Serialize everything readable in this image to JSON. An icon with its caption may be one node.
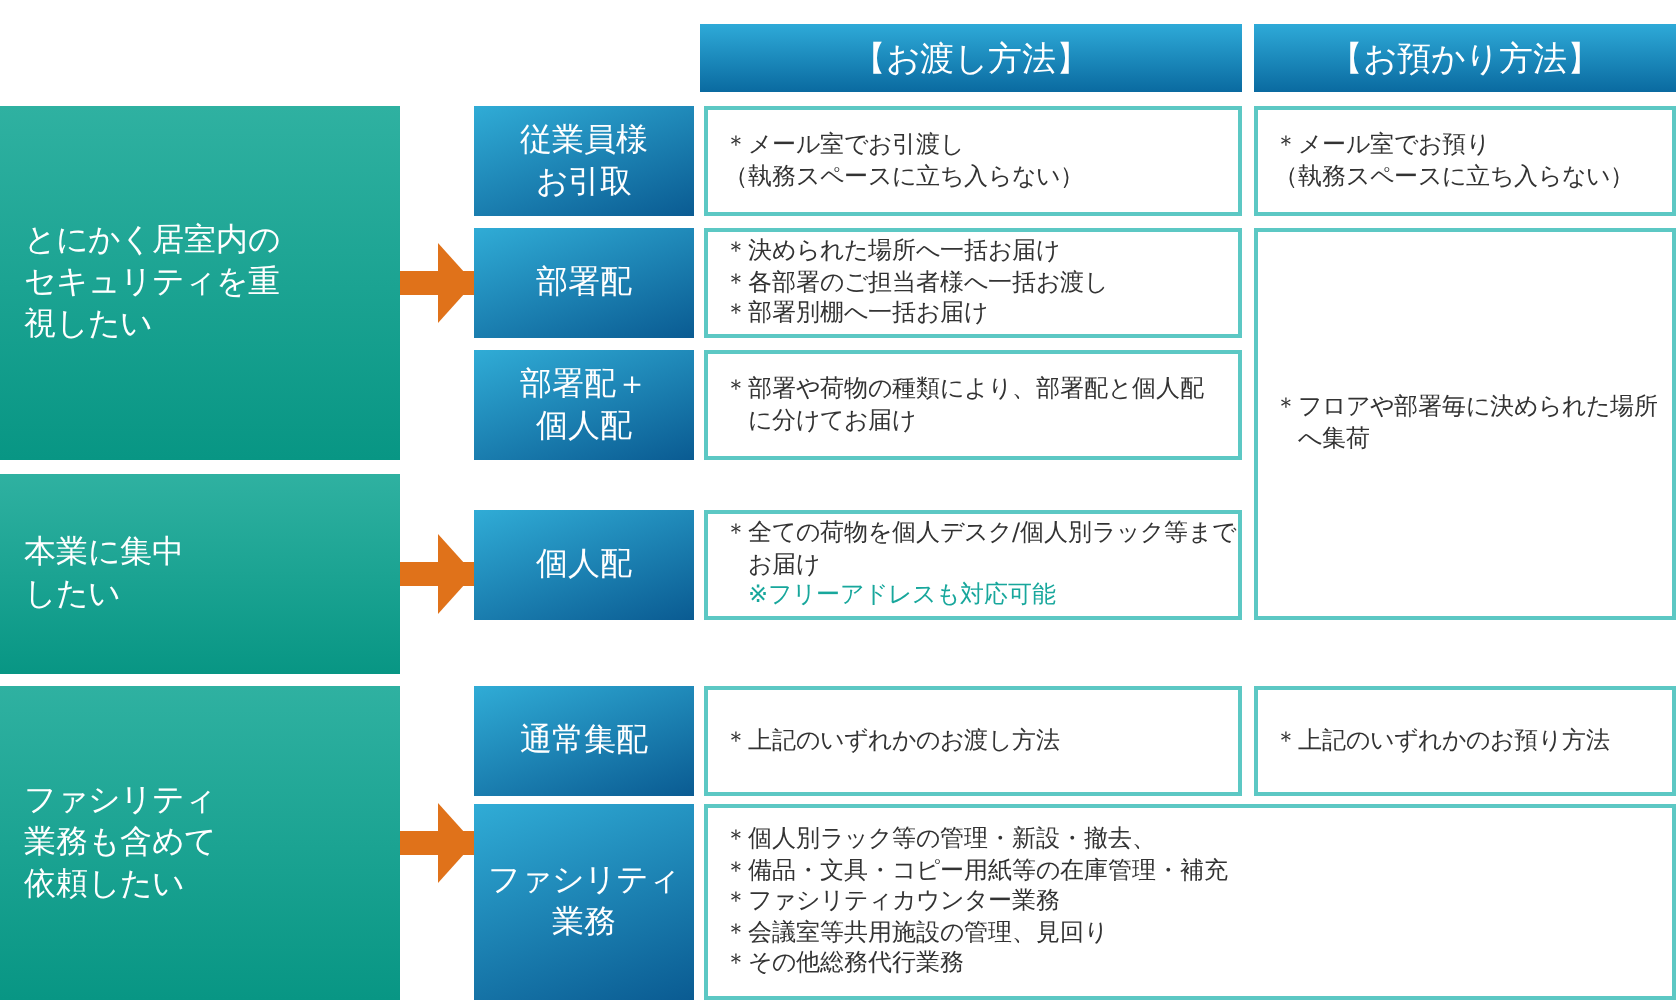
{
  "diagram": {
    "nodes": [
      {
        "text": [
          "【お渡し方法】"
        ]
      },
      {
        "text": [
          "【お預かり方法】"
        ]
      },
      {
        "text": [
          "とにかく居室内のセキュリティを重視したい"
        ]
      },
      {
        "text": [
          "本業に集中したい"
        ]
      },
      {
        "text": [
          "ファシリティ業務も含めて依頼したい"
        ]
      },
      {
        "text": [
          "従業員様お引取"
        ]
      },
      {
        "text": [
          "＊メール室でお引渡し",
          "（執務スペースに立ち入らない）"
        ]
      },
      {
        "text": [
          "＊メール室でお預り",
          "（執務スペースに立ち入らない）"
        ]
      },
      {
        "text": [
          "部署配"
        ]
      },
      {
        "text": [
          "＊決められた場所へ一括お届け",
          "＊各部署のご担当者様へ一括お渡し",
          "＊部署別棚へ一括お届け"
        ]
      },
      {
        "text": [
          "部署配＋個人配"
        ]
      },
      {
        "text": [
          "＊部署や荷物の種類により、部署配と個人配に分けてお届け"
        ]
      },
      {
        "text": [
          "＊フロアや部署毎に決められた場所へ集荷"
        ]
      },
      {
        "text": [
          "個人配"
        ]
      },
      {
        "text": [
          "＊全ての荷物を個人デスク/個人別ラック等までお届け",
          "※フリーアドレスも対応可能"
        ]
      },
      {
        "text": [
          "通常集配"
        ]
      },
      {
        "text": [
          "＊上記のいずれかのお渡し方法"
        ]
      },
      {
        "text": [
          "＊上記のいずれかのお預り方法"
        ]
      },
      {
        "text": [
          "ファシリティ業務"
        ]
      },
      {
        "text": [
          "＊個人別ラック等の管理・新設・撤去、",
          "＊備品・文具・コピー用紙等の在庫管理・補充",
          "＊ファシリティカウンター業務",
          "＊会議室等共用施設の管理、見回り",
          "＊その他総務代行業務"
        ]
      }
    ],
    "edges": [
      {
        "from": 2,
        "to": 8,
        "arrow": "to"
      },
      {
        "from": 3,
        "to": 13,
        "arrow": "to"
      },
      {
        "from": 4,
        "to": 18,
        "arrow": "to"
      }
    ]
  }
}
